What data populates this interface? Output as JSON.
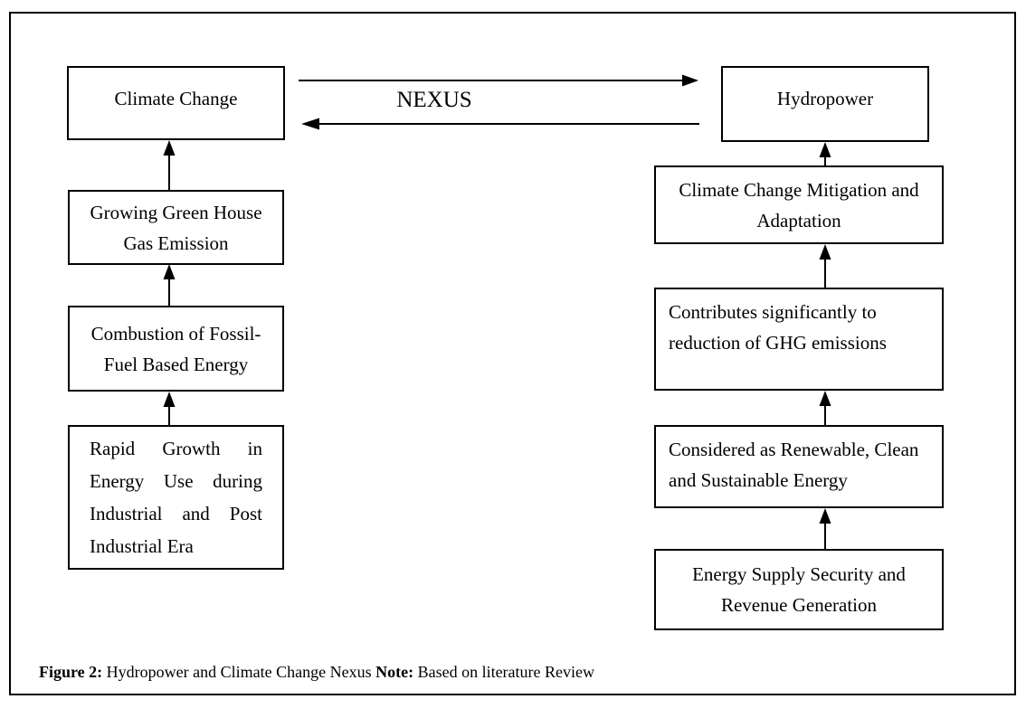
{
  "figure": {
    "nexus_label": "NEXUS",
    "climate_change": {
      "title": "Climate Change",
      "drivers": [
        "Growing Green House\nGas Emission",
        "Combustion of Fossil-\nFuel Based Energy",
        "Rapid Growth in Energy Use during Industrial and Post Industrial Era"
      ]
    },
    "hydropower": {
      "title": "Hydropower",
      "attributes": [
        "Climate Change Mitigation and\nAdaptation",
        "Contributes significantly to\nreduction of GHG emissions",
        "Considered as Renewable, Clean\nand Sustainable Energy",
        "Energy Supply Security and\nRevenue Generation"
      ]
    },
    "caption": {
      "figure_label": "Figure 2:",
      "title": " Hydropower and Climate Change Nexus ",
      "note_label": "Note:",
      "note_text": " Based on literature Review"
    }
  }
}
